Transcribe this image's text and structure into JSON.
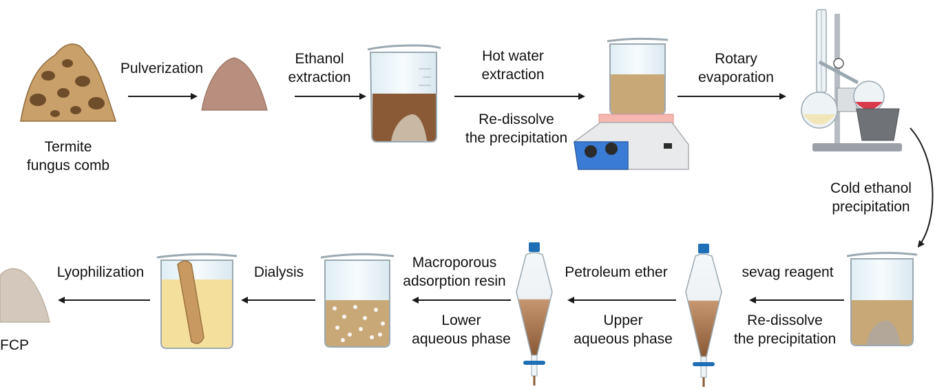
{
  "colors": {
    "arrow": "#1a1a1a",
    "liquid_brown": "#8a5a37",
    "liquid_tan": "#c8a877",
    "liquid_yellow": "#f5df9c",
    "glass": "#e8f2f7",
    "glass_edge": "#9aa8b1",
    "powder": "#c9b8a3",
    "comb": "#c9a06a",
    "hotplate_blue": "#3a7bd5",
    "hotplate_top": "#f6b7b0",
    "red_liquid": "#d83a4c",
    "cap_blue": "#1f6fb6"
  },
  "labels": {
    "termite": [
      "Termite",
      "fungus comb"
    ],
    "pulverization": "Pulverization",
    "ethanol": [
      "Ethanol",
      "extraction"
    ],
    "hot_water": [
      "Hot water",
      "extraction"
    ],
    "redissolve_top": [
      "Re-dissolve",
      "the precipitation"
    ],
    "rotary": [
      "Rotary",
      "evaporation"
    ],
    "cold_ethanol": [
      "Cold ethanol",
      "precipitation"
    ],
    "sevag": "sevag reagent",
    "redissolve_bottom": [
      "Re-dissolve",
      "the precipitation"
    ],
    "petroleum": "Petroleum ether",
    "upper_aq": [
      "Upper",
      "aqueous phase"
    ],
    "macroporous": [
      "Macroporous",
      "adsorption resin"
    ],
    "lower_aq": [
      "Lower",
      "aqueous phase"
    ],
    "dialysis": "Dialysis",
    "lyophilization": "Lyophilization",
    "fcp": "FCP"
  },
  "icons": [
    "termite-fungus-comb-icon",
    "powder-pile-icon",
    "beaker-ethanol-icon",
    "hotplate-stirrer-icon",
    "rotary-evaporator-icon",
    "beaker-redissolve-icon",
    "separatory-funnel-icon",
    "beaker-resin-icon",
    "dialysis-beaker-icon",
    "fcp-powder-icon"
  ]
}
